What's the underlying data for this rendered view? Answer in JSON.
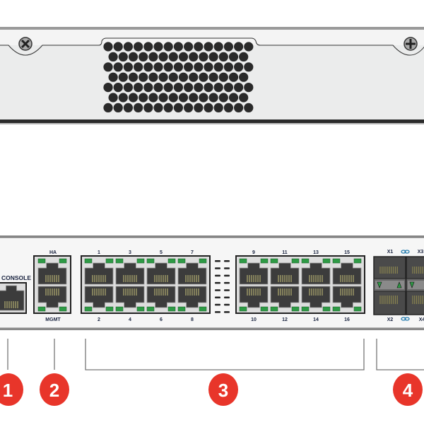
{
  "title": "Network appliance front panel diagram",
  "labels": {
    "console": "CONSOLE",
    "ha": "HA",
    "mgmt": "MGMT",
    "sfp_top": [
      "X1",
      "X3"
    ],
    "sfp_bottom": [
      "X2",
      "X4"
    ]
  },
  "port_blocks": [
    {
      "top": [
        "1",
        "3",
        "5",
        "7"
      ],
      "bottom": [
        "2",
        "4",
        "6",
        "8"
      ]
    },
    {
      "top": [
        "9",
        "11",
        "13",
        "15"
      ],
      "bottom": [
        "10",
        "12",
        "14",
        "16"
      ]
    }
  ],
  "callouts": [
    "1",
    "2",
    "3",
    "4"
  ],
  "colors": {
    "callout": "#e8352a",
    "led": "#2e9a45",
    "port_body": "#3c3c3c",
    "pins": "#c9c27a",
    "link_icon": "#2a7fb0"
  }
}
